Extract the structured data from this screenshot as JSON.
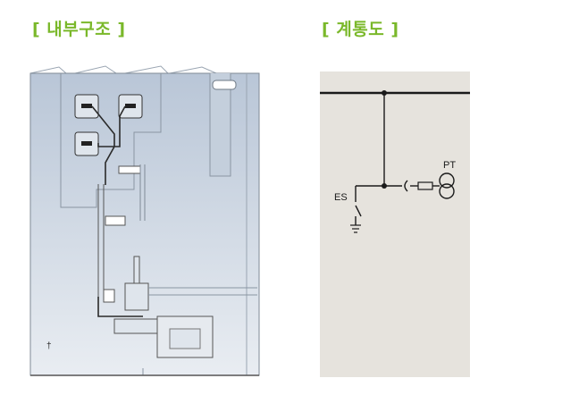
{
  "headings": {
    "internal_structure": "[ 내부구조 ]",
    "circuit_diagram": "[ 계통도 ]"
  },
  "circuit": {
    "es_label": "ES",
    "pt_label": "PT"
  },
  "structure": {
    "marker": "†"
  },
  "colors": {
    "heading": "#7ab82a",
    "cabinet_fill": "#c8d3e0",
    "diagram_bg": "#e6e3dd"
  }
}
